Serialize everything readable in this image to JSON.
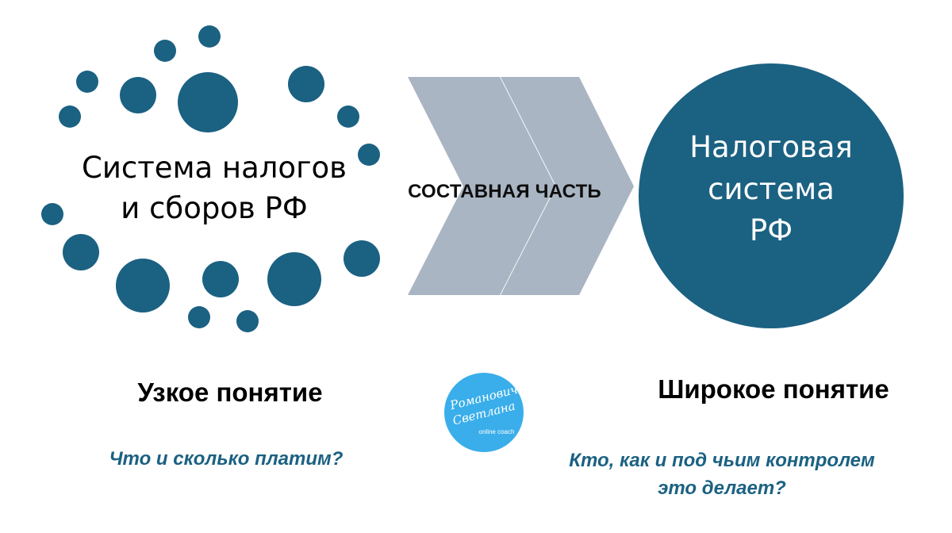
{
  "left_block": {
    "title_line1": "Система налогов",
    "title_line2": "и сборов РФ"
  },
  "connector": {
    "label": "СОСТАВНАЯ ЧАСТЬ"
  },
  "right_block": {
    "title_line1": "Налоговая",
    "title_line2": "система",
    "title_line3": "РФ"
  },
  "headings": {
    "narrow": "Узкое понятие",
    "broad": "Широкое понятие"
  },
  "questions": {
    "narrow": "Что и сколько платим?",
    "broad_line1": "Кто, как и под чьим контролем",
    "broad_line2": "это делает?"
  },
  "logo": {
    "line1": "Романович",
    "line2": "Светлана",
    "line3": "online coach"
  },
  "colors": {
    "circle": "#1b6182",
    "chevron": "#a9b5c3",
    "question_text": "#1b6182",
    "logo_bg": "#3aaeea"
  }
}
